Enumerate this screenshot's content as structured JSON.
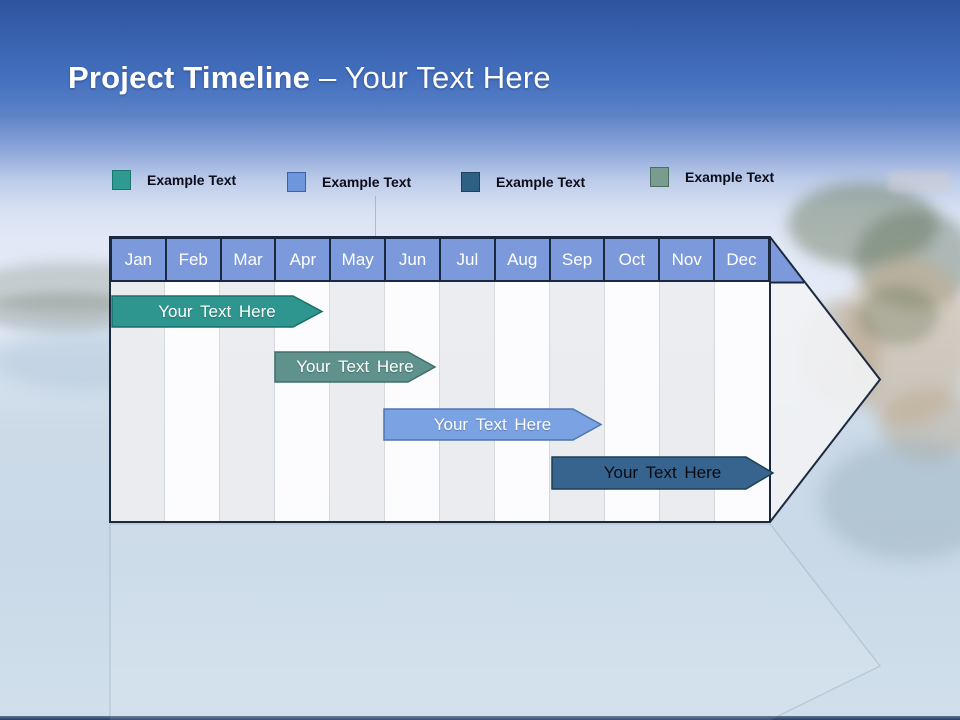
{
  "slide": {
    "title_bold": "Project Timeline",
    "title_regular": "– Your Text Here"
  },
  "colors": {
    "header_fill": "#7B99DB",
    "outline": "#1B2940",
    "arrowhead_fill": "#F1F2F4",
    "sky_top": "#2E539E",
    "sky_pale": "#E4EBF7",
    "water": "#CCDAE8",
    "title_text": "#FFFFFF"
  },
  "legend": {
    "items": [
      {
        "label": "Example Text",
        "color": "#2F9B90",
        "border": "#1C756D"
      },
      {
        "label": "Example Text",
        "color": "#6E96DC",
        "border": "#3C63A8"
      },
      {
        "label": "Example Text",
        "color": "#2E6084",
        "border": "#1E4058"
      },
      {
        "label": "Example Text",
        "color": "#7A9C8E",
        "border": "#4C6E60"
      }
    ]
  },
  "chart": {
    "months": [
      "Jan",
      "Feb",
      "Mar",
      "Apr",
      "May",
      "Jun",
      "Jul",
      "Aug",
      "Sep",
      "Oct",
      "Nov",
      "Dec"
    ],
    "bars": [
      {
        "label": "Your Text Here",
        "color": "#2E968F",
        "border": "#17706A",
        "text_color": "#FFFFFF"
      },
      {
        "label": "Your Text Here",
        "color": "#5F928C",
        "border": "#416E68",
        "text_color": "#FFFFFF"
      },
      {
        "label": "Your Text Here",
        "color": "#7BA2E2",
        "border": "#4C76B0",
        "text_color": "#FFFFFF"
      },
      {
        "label": "Your Text Here",
        "color": "#36648E",
        "border": "#1C4050",
        "text_color": "#0B0B14"
      }
    ]
  },
  "chart_data": {
    "type": "bar",
    "subtype": "gantt-timeline",
    "title": "Project Timeline – Your Text Here",
    "categories": [
      "Jan",
      "Feb",
      "Mar",
      "Apr",
      "May",
      "Jun",
      "Jul",
      "Aug",
      "Sep",
      "Oct",
      "Nov",
      "Dec"
    ],
    "series": [
      {
        "name": "Your Text Here",
        "row": 1,
        "start_month": "Jan",
        "end_month": "Apr",
        "start_index": 0.0,
        "end_index": 3.9,
        "color": "#2E968F"
      },
      {
        "name": "Your Text Here",
        "row": 2,
        "start_month": "Apr",
        "end_month": "Jun",
        "start_index": 3.0,
        "end_index": 5.9,
        "color": "#5F928C"
      },
      {
        "name": "Your Text Here",
        "row": 3,
        "start_month": "Jun",
        "end_month": "Oct",
        "start_index": 5.0,
        "end_index": 8.9,
        "color": "#7BA2E2"
      },
      {
        "name": "Your Text Here",
        "row": 4,
        "start_month": "Sep",
        "end_month": "Dec",
        "start_index": 8.0,
        "end_index": 12.0,
        "color": "#36648E"
      }
    ],
    "legend_entries": [
      "Example Text",
      "Example Text",
      "Example Text",
      "Example Text"
    ],
    "legend_position": "top",
    "grid": "vertical-month-columns",
    "axis_range": [
      "Jan",
      "Dec"
    ]
  }
}
